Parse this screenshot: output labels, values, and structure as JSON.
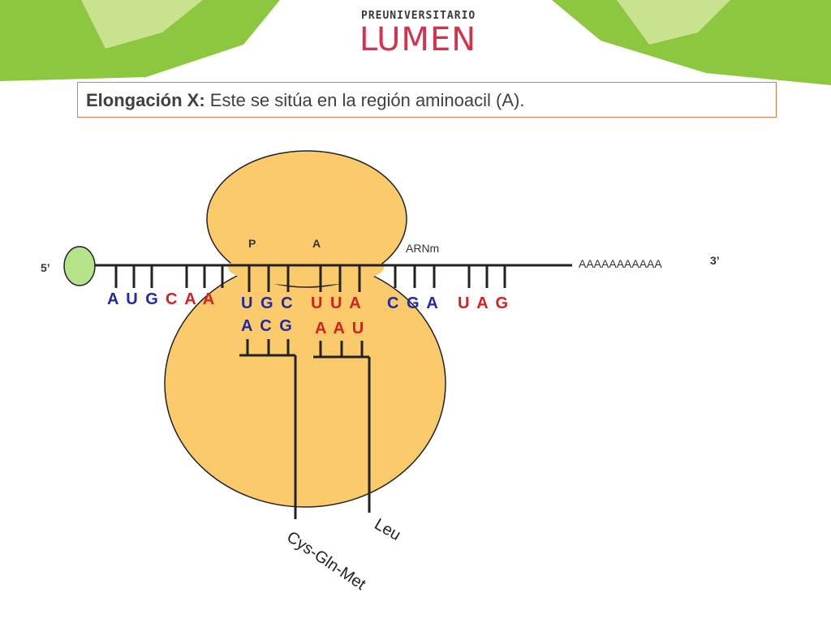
{
  "logo": {
    "line1": "PREUNIVERSITARIO",
    "line2": "LUMEN"
  },
  "title": {
    "bold": "Elongación X:",
    "rest": " Este se sitúa en la región aminoacil (A)."
  },
  "labels": {
    "five_prime": "5’",
    "three_prime": "3’",
    "site_p": "P",
    "site_a": "A",
    "mrna": "ARNm",
    "polya": "AAAAAAAAAAA"
  },
  "mrna_codons": [
    {
      "text": "A U G",
      "color": "blue"
    },
    {
      "text": "C A A",
      "color": "red"
    },
    {
      "text": "U G C",
      "color": "blue"
    },
    {
      "text": "U U A",
      "color": "red"
    },
    {
      "text": "C G A",
      "color": "blue"
    },
    {
      "text": "U A G",
      "color": "red"
    }
  ],
  "anticodons": [
    {
      "text": "A C G",
      "color": "blue"
    },
    {
      "text": "A A U",
      "color": "red"
    }
  ],
  "peptides": {
    "chain": "Cys-Gln-Met",
    "amino": "Leu"
  },
  "colors": {
    "ribosome": "#fbca6a",
    "cap": "#b6e28a",
    "title_border": "#e07b55",
    "blue": "#1f2aa8",
    "red": "#d42020",
    "green_band": "#8dc63f"
  }
}
